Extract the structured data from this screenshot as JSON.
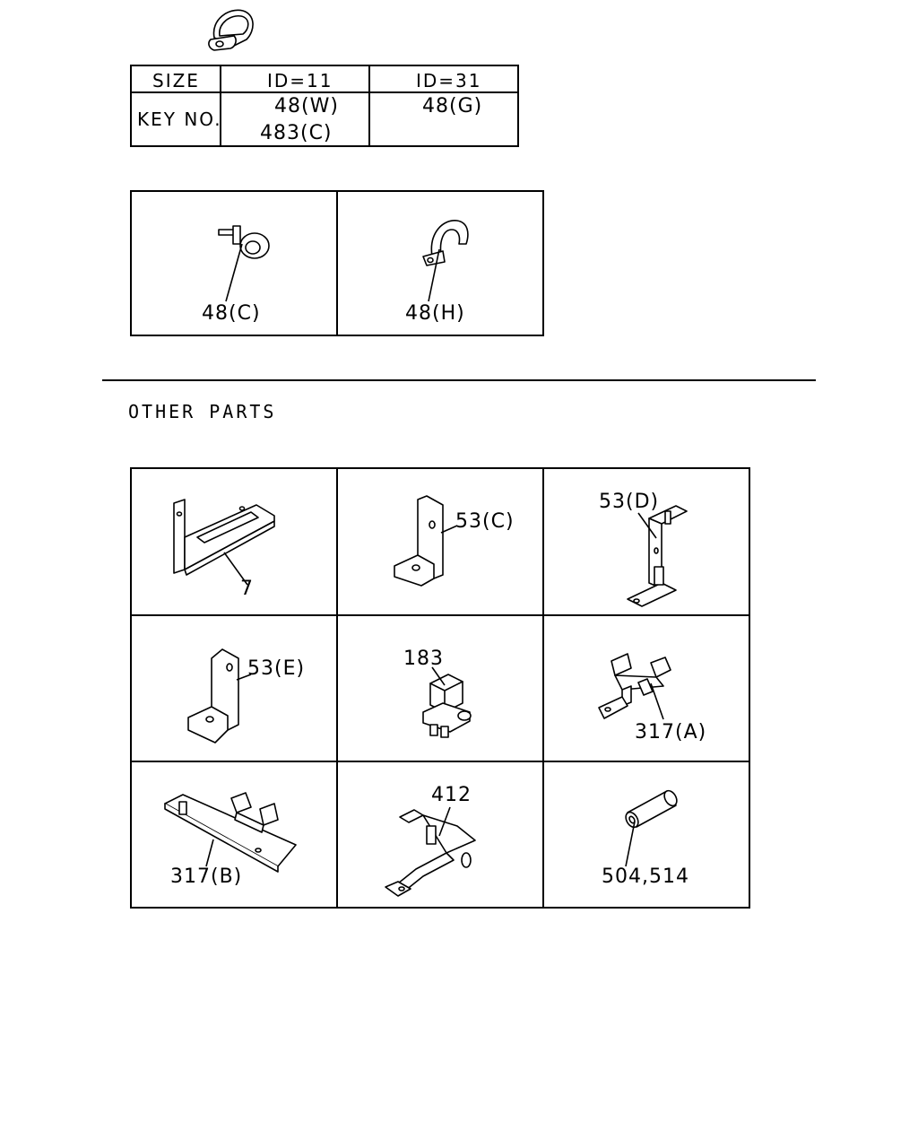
{
  "clip_table": {
    "headers": [
      "SIZE",
      "ID=11",
      "ID=31"
    ],
    "row_label": "KEY NO.",
    "id11_values": [
      "48(W)",
      "483(C)"
    ],
    "id31_values": [
      "48(G)"
    ]
  },
  "clip_parts": [
    {
      "label": "48(C)",
      "icon": "clip-with-bolt-icon"
    },
    {
      "label": "48(H)",
      "icon": "u-clamp-icon"
    }
  ],
  "section": {
    "title": "OTHER PARTS"
  },
  "other_parts": [
    {
      "label": "7",
      "icon": "long-bracket-icon"
    },
    {
      "label": "53(C)",
      "icon": "l-bracket-icon"
    },
    {
      "label": "53(D)",
      "icon": "tall-bracket-icon"
    },
    {
      "label": "53(E)",
      "icon": "l-bracket-icon"
    },
    {
      "label": "183",
      "icon": "connector-block-icon"
    },
    {
      "label": "317(A)",
      "icon": "clip-bracket-icon"
    },
    {
      "label": "317(B)",
      "icon": "plate-clip-bracket-icon"
    },
    {
      "label": "412",
      "icon": "offset-bracket-icon"
    },
    {
      "label": "504,514",
      "icon": "spacer-tube-icon"
    }
  ]
}
